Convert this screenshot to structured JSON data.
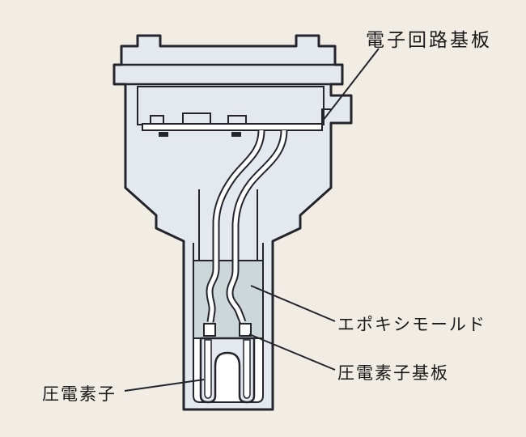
{
  "diagram": {
    "labels": {
      "circuit_board": "電子回路基板",
      "epoxy_mold": "エポキシモールド",
      "piezo_element_board": "圧電素子基板",
      "piezo_element": "圧電素子"
    },
    "colors": {
      "background": "#f1ede4",
      "body_fill": "#e4e9ef",
      "epoxy_fill": "#ccd7da",
      "outline": "#24242c",
      "wire": "#ffffff",
      "text": "#1a1a1a"
    }
  }
}
